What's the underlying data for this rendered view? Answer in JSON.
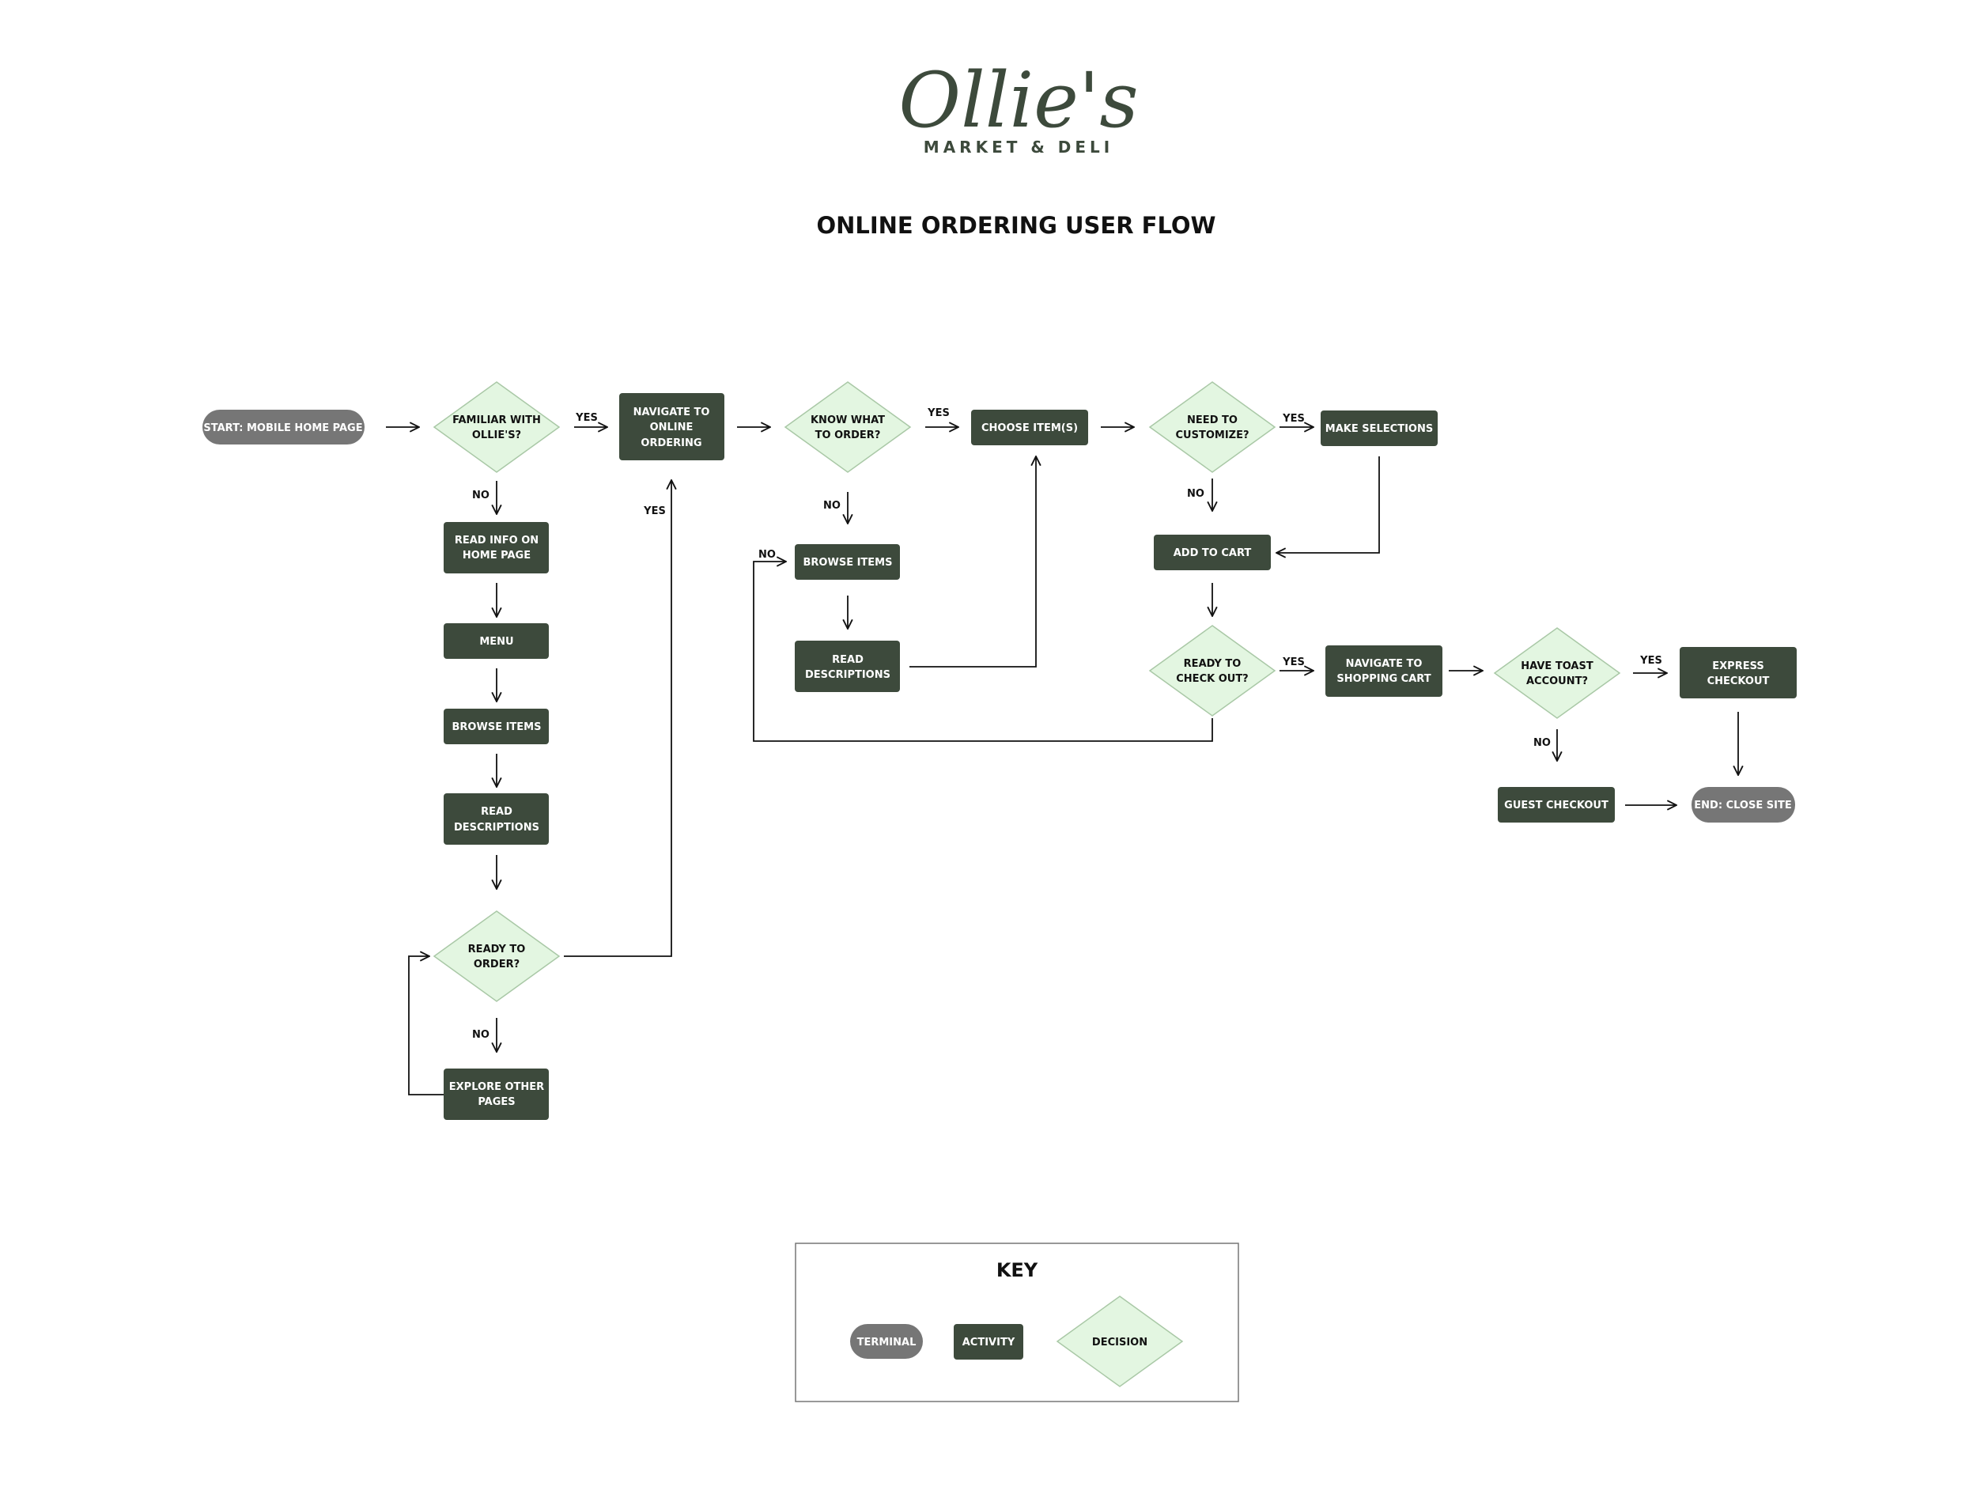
{
  "brand": {
    "logo_name": "Ollie's",
    "logo_tagline": "MARKET & DELI"
  },
  "title": "ONLINE ORDERING USER FLOW",
  "colors": {
    "terminal": "#767676",
    "activity": "#3d4a3c",
    "decision_fill": "#e3f6e1",
    "decision_stroke": "#a9c8a6",
    "line": "#111111",
    "logo": "#3d4a3c"
  },
  "nodes": {
    "start": "START: MOBILE HOME PAGE",
    "familiar": [
      "FAMILIAR WITH",
      "OLLIE'S?"
    ],
    "navigate_online": [
      "NAVIGATE TO",
      "ONLINE",
      "ORDERING"
    ],
    "know_what": [
      "KNOW WHAT",
      "TO ORDER?"
    ],
    "choose_items": "CHOOSE ITEM(S)",
    "need_customize": [
      "NEED TO",
      "CUSTOMIZE?"
    ],
    "make_selections": "MAKE SELECTIONS",
    "read_info": [
      "READ INFO ON",
      "HOME PAGE"
    ],
    "menu": "MENU",
    "browse_items_left": "BROWSE ITEMS",
    "read_desc_left": [
      "READ",
      "DESCRIPTIONS"
    ],
    "ready_to_order": [
      "READY TO",
      "ORDER?"
    ],
    "explore_other": [
      "EXPLORE OTHER",
      "PAGES"
    ],
    "browse_items_mid": "BROWSE ITEMS",
    "read_desc_mid": [
      "READ",
      "DESCRIPTIONS"
    ],
    "add_to_cart": "ADD TO CART",
    "ready_checkout": [
      "READY TO",
      "CHECK OUT?"
    ],
    "navigate_cart": [
      "NAVIGATE TO",
      "SHOPPING CART"
    ],
    "have_toast": [
      "HAVE TOAST",
      "ACCOUNT?"
    ],
    "express_checkout": [
      "EXPRESS",
      "CHECKOUT"
    ],
    "guest_checkout": "GUEST CHECKOUT",
    "end": "END: CLOSE SITE"
  },
  "edge_labels": {
    "yes": "YES",
    "no": "NO"
  },
  "key": {
    "title": "KEY",
    "terminal": "TERMINAL",
    "activity": "ACTIVITY",
    "decision": "DECISION"
  }
}
